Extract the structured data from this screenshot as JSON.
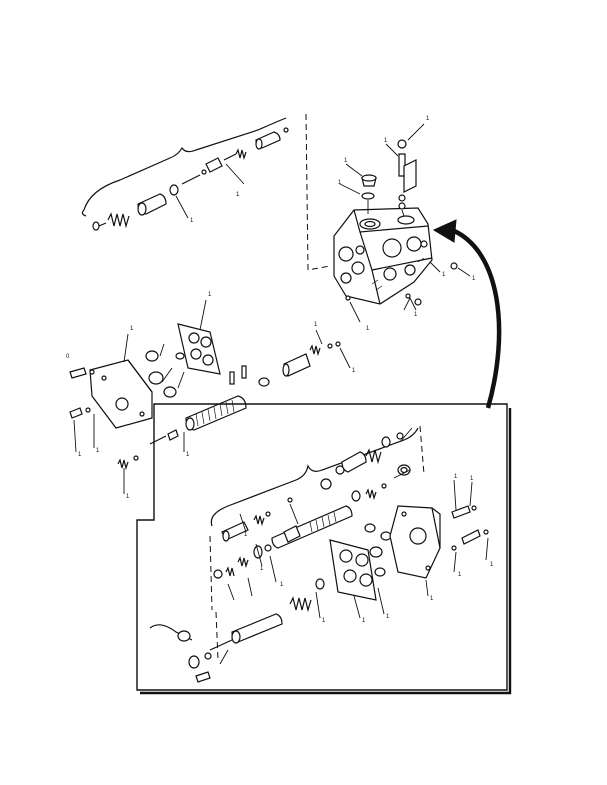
{
  "diagram": {
    "view": "exploded parts drawing",
    "callouts": [
      "0",
      "1",
      "1",
      "1",
      "1",
      "1",
      "1",
      "1",
      "1",
      "1",
      "1",
      "1",
      "1",
      "1",
      "1",
      "1",
      "1",
      "1",
      "1",
      "1",
      "1",
      "1",
      "1",
      "1",
      "1",
      "1",
      "1",
      "1",
      "1",
      "1"
    ]
  }
}
